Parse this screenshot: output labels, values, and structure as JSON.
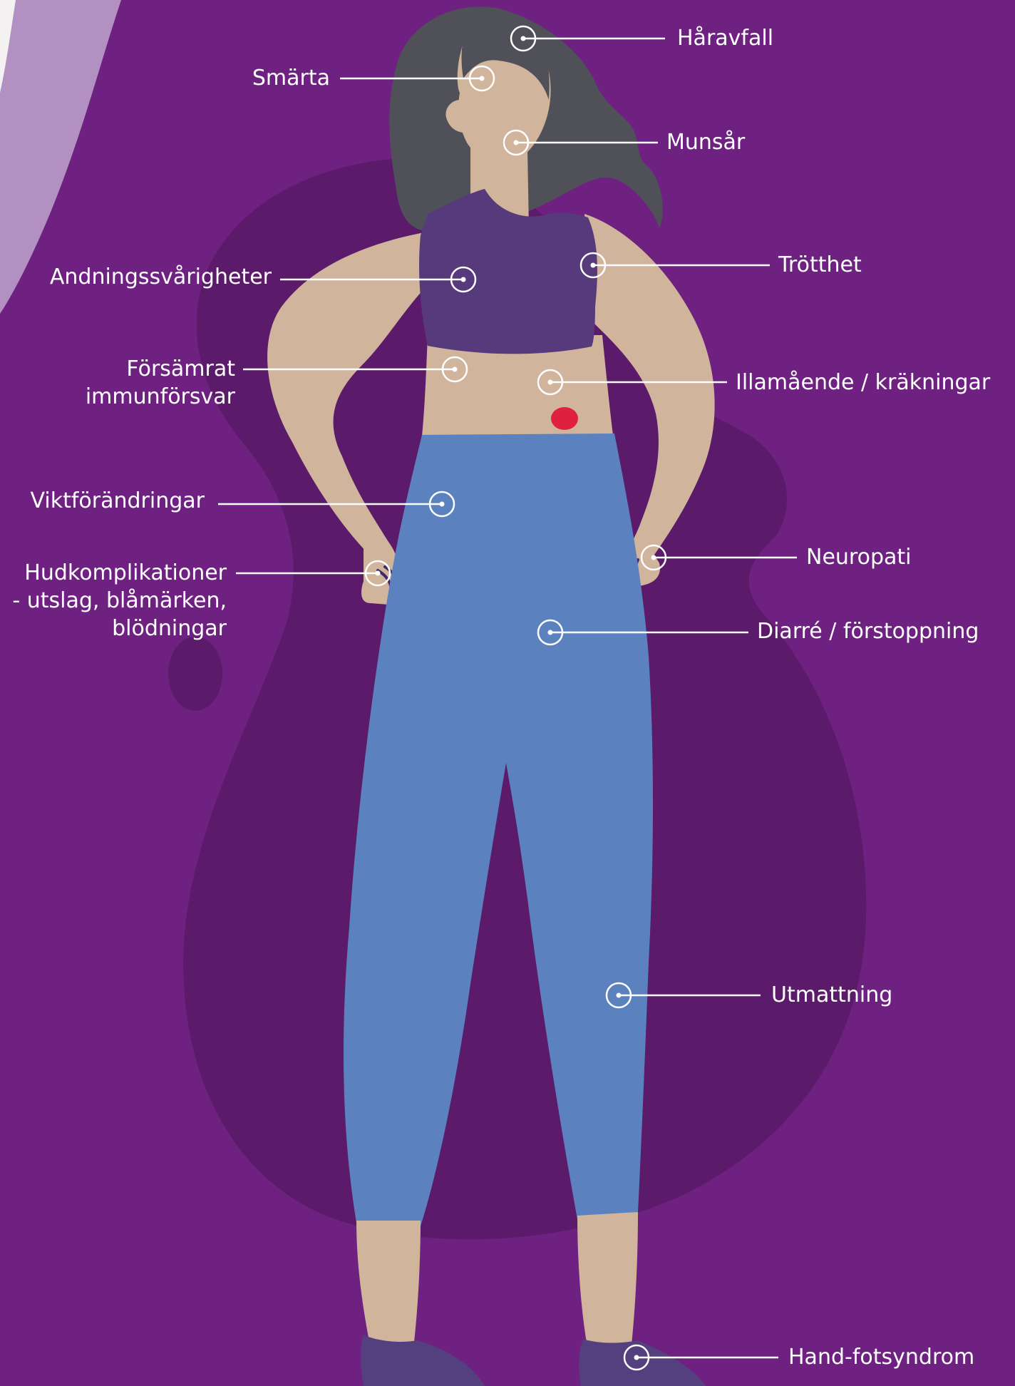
{
  "colors": {
    "background": "#6e2180",
    "blob": "#5c1a6a",
    "accent_band": "#b290c2",
    "skin": "#d0b49b",
    "hair": "#505058",
    "top": "#563a7c",
    "pants": "#5b82bf",
    "shoes": "#54407e",
    "marker": "#ffffff",
    "highlight": "#e0213d"
  },
  "annotations": [
    {
      "id": "haravfall",
      "text": "Håravfall",
      "side": "right"
    },
    {
      "id": "smarta",
      "text": "Smärta",
      "side": "left"
    },
    {
      "id": "munsar",
      "text": "Munsår",
      "side": "right"
    },
    {
      "id": "trotthet",
      "text": "Trötthet",
      "side": "right"
    },
    {
      "id": "andning",
      "text": "Andningssvårigheter",
      "side": "left"
    },
    {
      "id": "immun",
      "lines": [
        "Försämrat",
        "immunförsvar"
      ],
      "side": "left"
    },
    {
      "id": "illamaende",
      "text": "Illamående / kräkningar",
      "side": "right"
    },
    {
      "id": "vikt",
      "text": "Viktförändringar",
      "side": "left"
    },
    {
      "id": "neuropati",
      "text": "Neuropati",
      "side": "right"
    },
    {
      "id": "hud",
      "lines": [
        "Hudkomplikationer",
        "- utslag, blåmärken,",
        "blödningar"
      ],
      "side": "left"
    },
    {
      "id": "diarre",
      "text": "Diarré / förstoppning",
      "side": "right"
    },
    {
      "id": "utmattning",
      "text": "Utmattning",
      "side": "right"
    },
    {
      "id": "handfot",
      "text": "Hand-fotsyndrom",
      "side": "right"
    }
  ]
}
